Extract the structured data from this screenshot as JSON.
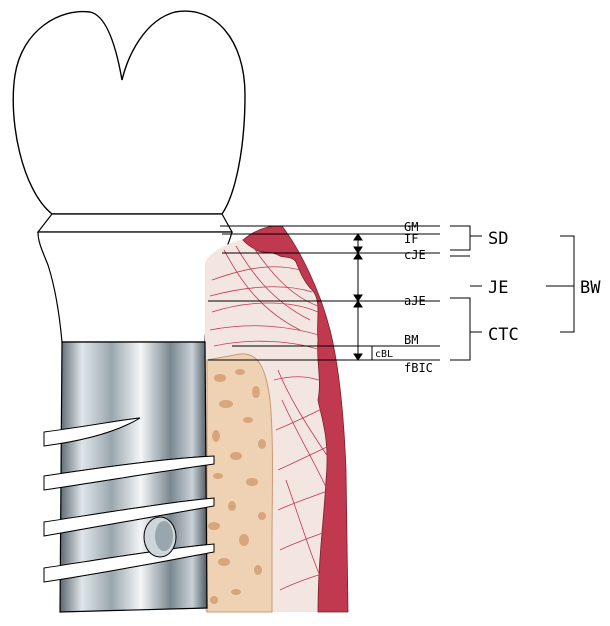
{
  "diagram": {
    "labels": {
      "gm": "GM",
      "if": "IF",
      "cje": "cJE",
      "aje": "aJE",
      "bm": "BM",
      "cbl": "cBL",
      "fbic": "fBIC"
    },
    "zones": {
      "sd": "SD",
      "je": "JE",
      "ctc": "CTC",
      "bw": "BW"
    },
    "colors": {
      "outline": "#000000",
      "gingiva": "#c0394f",
      "connective": "#f3e6e1",
      "bone": "#efd2b3",
      "bone_spots": "#d8a57c",
      "fiber": "#c0394f",
      "metal_dark": "#4f5a62",
      "metal_light": "#e6ecef"
    }
  }
}
